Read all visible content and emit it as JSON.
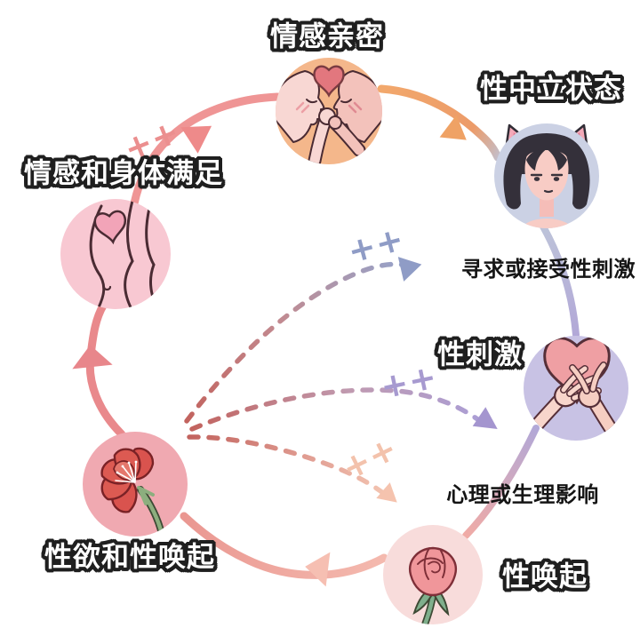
{
  "diagram": {
    "nodes": {
      "intimacy": {
        "label": "情感亲密"
      },
      "neutral": {
        "label": "性中立状态"
      },
      "stimulus": {
        "label": "性刺激"
      },
      "arousal": {
        "label": "性唤起"
      },
      "desire": {
        "label": "性欲和性唤起"
      },
      "satisfaction": {
        "label": "情感和身体满足"
      }
    },
    "annotations": {
      "seek": {
        "label": "寻求或接受性刺激"
      },
      "psych": {
        "label": "心理或生理影响"
      }
    },
    "plus_symbol": "++",
    "icons": {
      "intimacy": "couple-faces-heart-icon",
      "neutral": "cat-ear-girl-icon",
      "stimulus": "hands-on-heart-icon",
      "arousal": "rosebud-icon",
      "desire": "red-flower-icon",
      "satisfaction": "body-with-heart-icon"
    },
    "colors": {
      "background": "#FFFFFF",
      "node_intimacy_bg": "#F4B78B",
      "node_neutral_bg": "#CBD1E4",
      "node_stimulus_bg": "#C8C2E4",
      "node_arousal_bg": "#F8DCDB",
      "node_desire_bg": "#F0A9B1",
      "node_satisfaction_bg": "#F8C8D2",
      "cycle_salmon": "#E9898C",
      "cycle_pink": "#EF9595",
      "cycle_orange": "#F2A86C",
      "cycle_blue_gray": "#BDC3D9",
      "cycle_purple": "#B2A8D7",
      "cycle_light_pink": "#F3B6AB",
      "dash_start_red": "#C2635E",
      "dash_blue": "#97A2C8",
      "dash_purple": "#AB9ED5",
      "dash_peach": "#F4C6B2",
      "plus_pink": "#EB8F8F",
      "plus_blue": "#8F9CC6",
      "plus_purple": "#A79AD0",
      "plus_peach": "#F3C2AC",
      "label_fill": "#FFFFFF",
      "label_outline": "#1F1F1F",
      "annotation_text": "#151515"
    }
  }
}
